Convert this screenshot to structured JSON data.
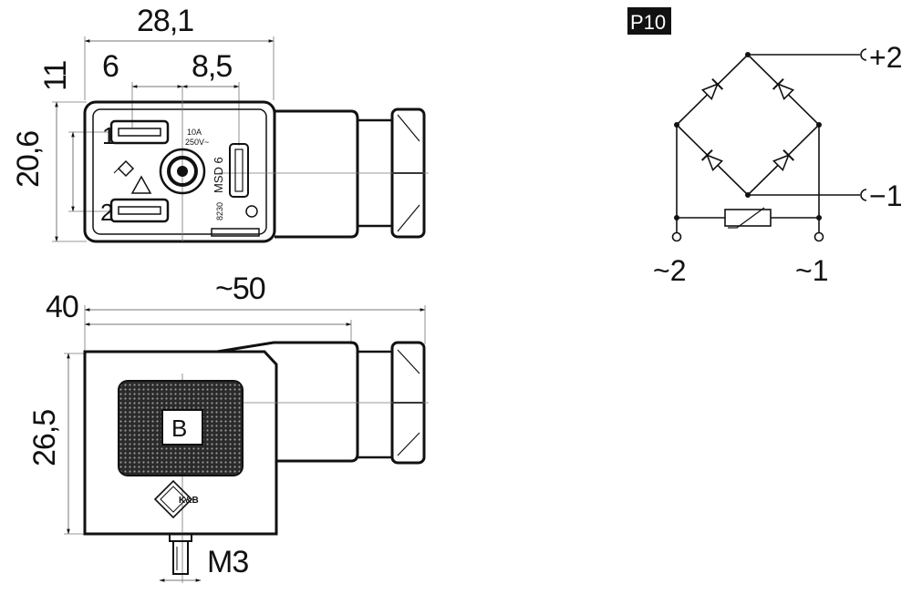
{
  "top_view": {
    "dim_width": "28,1",
    "dim_left": "6",
    "dim_right": "8,5",
    "dim_height": "20,6",
    "dim_top_offset": "11",
    "pin_1": "1",
    "pin_2": "2",
    "rating_current": "10A",
    "rating_voltage": "250V~",
    "model": "MSD 6",
    "code": "8230"
  },
  "side_view": {
    "dim_offset": "40",
    "dim_length": "~50",
    "dim_height": "26,5",
    "label_letter": "B",
    "screw": "M3",
    "logo_text": "K&B"
  },
  "schematic": {
    "badge": "P10",
    "terminal_plus": "+2",
    "terminal_minus": "−1",
    "terminal_ac2": "~2",
    "terminal_ac1": "~1"
  },
  "colors": {
    "line": "#111111",
    "fill_dark": "#222222",
    "dim_line": "#777777"
  }
}
